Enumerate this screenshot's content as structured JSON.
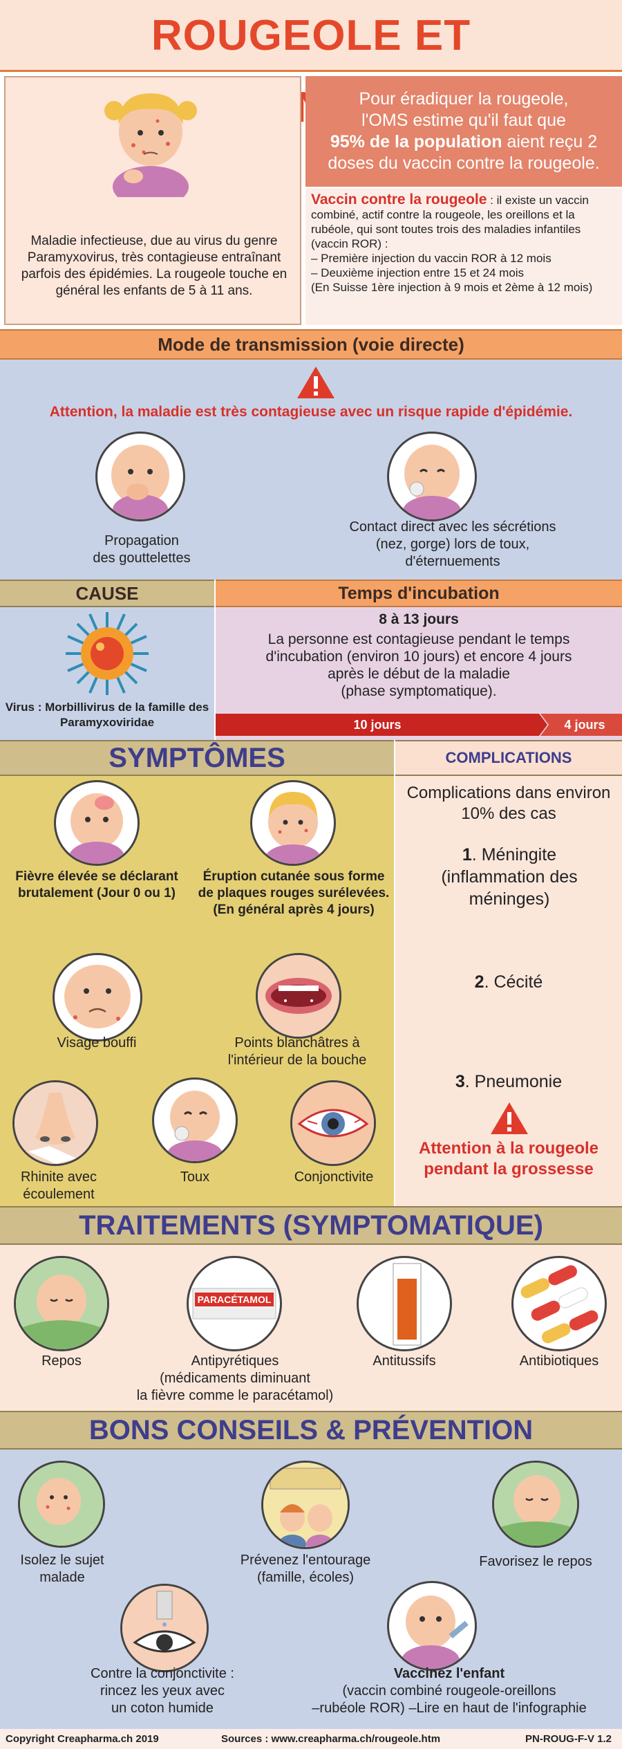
{
  "title": "ROUGEOLE ET VACCINATION",
  "intro": {
    "description": "Maladie infectieuse, due au virus du genre Paramyxovirus, très contagieuse entraînant parfois des épidémies. La rougeole touche en général les enfants de 5 à 11 ans.",
    "oms_line1": "Pour éradiquer la rougeole,",
    "oms_line2": "l'OMS estime qu'il faut que",
    "oms_bold": "95% de la population",
    "oms_line3": " aient reçu 2",
    "oms_line4": "doses du vaccin contre la rougeole.",
    "vaccin_title": "Vaccin contre la rougeole",
    "vaccin_text": " : il existe un vaccin combiné, actif contre la rougeole, les oreillons et la rubéole, qui sont toutes trois des maladies infantiles (vaccin ROR) :",
    "vaccin_item1": "– Première injection du vaccin ROR à 12 mois",
    "vaccin_item2": "– Deuxième injection entre 15 et 24 mois",
    "vaccin_item3": "(En Suisse 1ère injection à 9 mois et 2ème à 12 mois)"
  },
  "transmission": {
    "heading": "Mode de transmission (voie directe)",
    "warning": "Attention, la maladie est très contagieuse avec un risque rapide d'épidémie.",
    "item1_line1": "Propagation",
    "item1_line2": "des gouttelettes",
    "item2_line1": "Contact direct avec les sécrétions",
    "item2_line2": "(nez, gorge) lors de toux,",
    "item2_line3": "d'éternuements"
  },
  "cause": {
    "heading": "CAUSE",
    "virus": "Virus : Morbillivirus de la famille des Paramyxoviridae"
  },
  "incubation": {
    "heading": "Temps d'incubation",
    "days": "8 à 13 jours",
    "line1": "La personne est contagieuse pendant le temps",
    "line2": "d'incubation (environ 10 jours) et encore 4 jours",
    "line3": "après le début de la maladie",
    "line4": "(phase symptomatique).",
    "bar_left": "10 jours",
    "bar_right": "4 jours"
  },
  "symptoms": {
    "heading": "SYMPTÔMES",
    "s1": "Fièvre élevée se déclarant brutalement (Jour 0 ou 1)",
    "s2": "Éruption cutanée sous forme de plaques rouges surélevées. (En général après 4 jours)",
    "s3": "Visage bouffi",
    "s4": "Points blanchâtres à l'intérieur de la bouche",
    "s5": "Rhinite avec écoulement",
    "s6": "Toux",
    "s7": "Conjonctivite"
  },
  "complications": {
    "heading": "COMPLICATIONS",
    "intro": "Complications dans environ 10% des cas",
    "c1_num": "1",
    "c1_text": ". Méningite (inflammation des méninges)",
    "c2_num": "2",
    "c2_text": ". Cécité",
    "c3_num": "3",
    "c3_text": ". Pneumonie",
    "warning": "Attention à la rougeole pendant la grossesse"
  },
  "treatments": {
    "heading": "TRAITEMENTS (SYMPTOMATIQUE)",
    "t1": "Repos",
    "t2_line1": "Antipyrétiques",
    "t2_line2": "(médicaments diminuant",
    "t2_line3": "la fièvre comme le paracétamol)",
    "t2_box": "PARACÉTAMOL",
    "t3": "Antitussifs",
    "t4": "Antibiotiques"
  },
  "prevention": {
    "heading": "BONS CONSEILS & PRÉVENTION",
    "p1": "Isolez le sujet malade",
    "p2_line1": "Prévenez l'entourage",
    "p2_line2": "(famille, écoles)",
    "p3": "Favorisez le repos",
    "p4_line1": "Contre la conjonctivite :",
    "p4_line2": "rincez les yeux avec",
    "p4_line3": "un coton humide",
    "p5_title": "Vaccinez l'enfant",
    "p5_line1": "(vaccin combiné rougeole-oreillons",
    "p5_line2": "–rubéole ROR) –Lire en haut de l'infographie"
  },
  "footer": {
    "copyright": "Copyright Creapharma.ch 2019",
    "sources": "Sources : www.creapharma.ch/rougeole.htm",
    "ref": "PN-ROUG-F-V 1.2"
  },
  "colors": {
    "title_red": "#e4482a",
    "accent_orange": "#f4a266",
    "heading_blue": "#3e3d8d",
    "warning_red": "#d8302a"
  }
}
